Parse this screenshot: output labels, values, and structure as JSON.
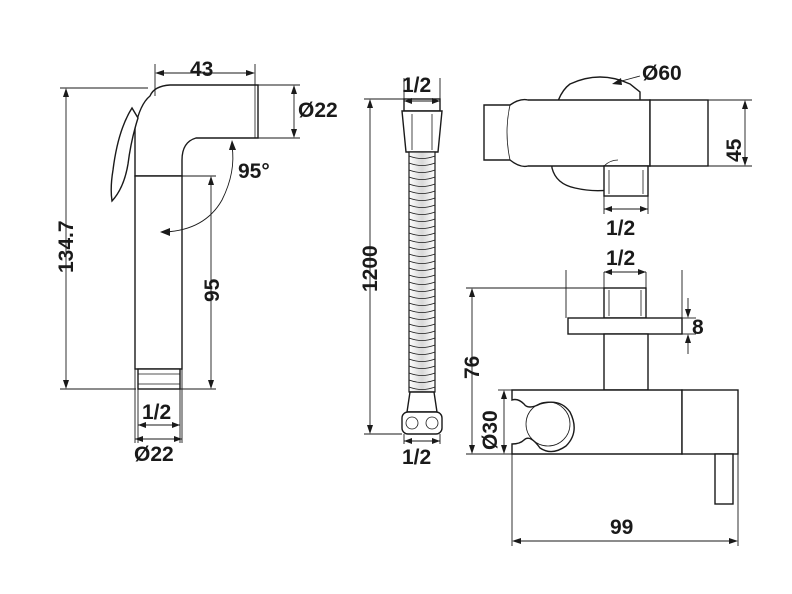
{
  "sprayer": {
    "head_length": "43",
    "head_diameter": "Ø22",
    "angle": "95°",
    "total_height": "134.7",
    "stem_height": "95",
    "thread": "1/2",
    "base_diameter": "Ø22"
  },
  "hose": {
    "top_thread": "1/2",
    "length": "1200",
    "bottom_thread": "1/2"
  },
  "holder_top": {
    "flange_diameter": "Ø60",
    "height": "45",
    "thread": "1/2"
  },
  "holder_bottom": {
    "thread": "1/2",
    "flange_thickness": "8",
    "height": "76",
    "cradle_diameter": "Ø30",
    "width": "99"
  }
}
